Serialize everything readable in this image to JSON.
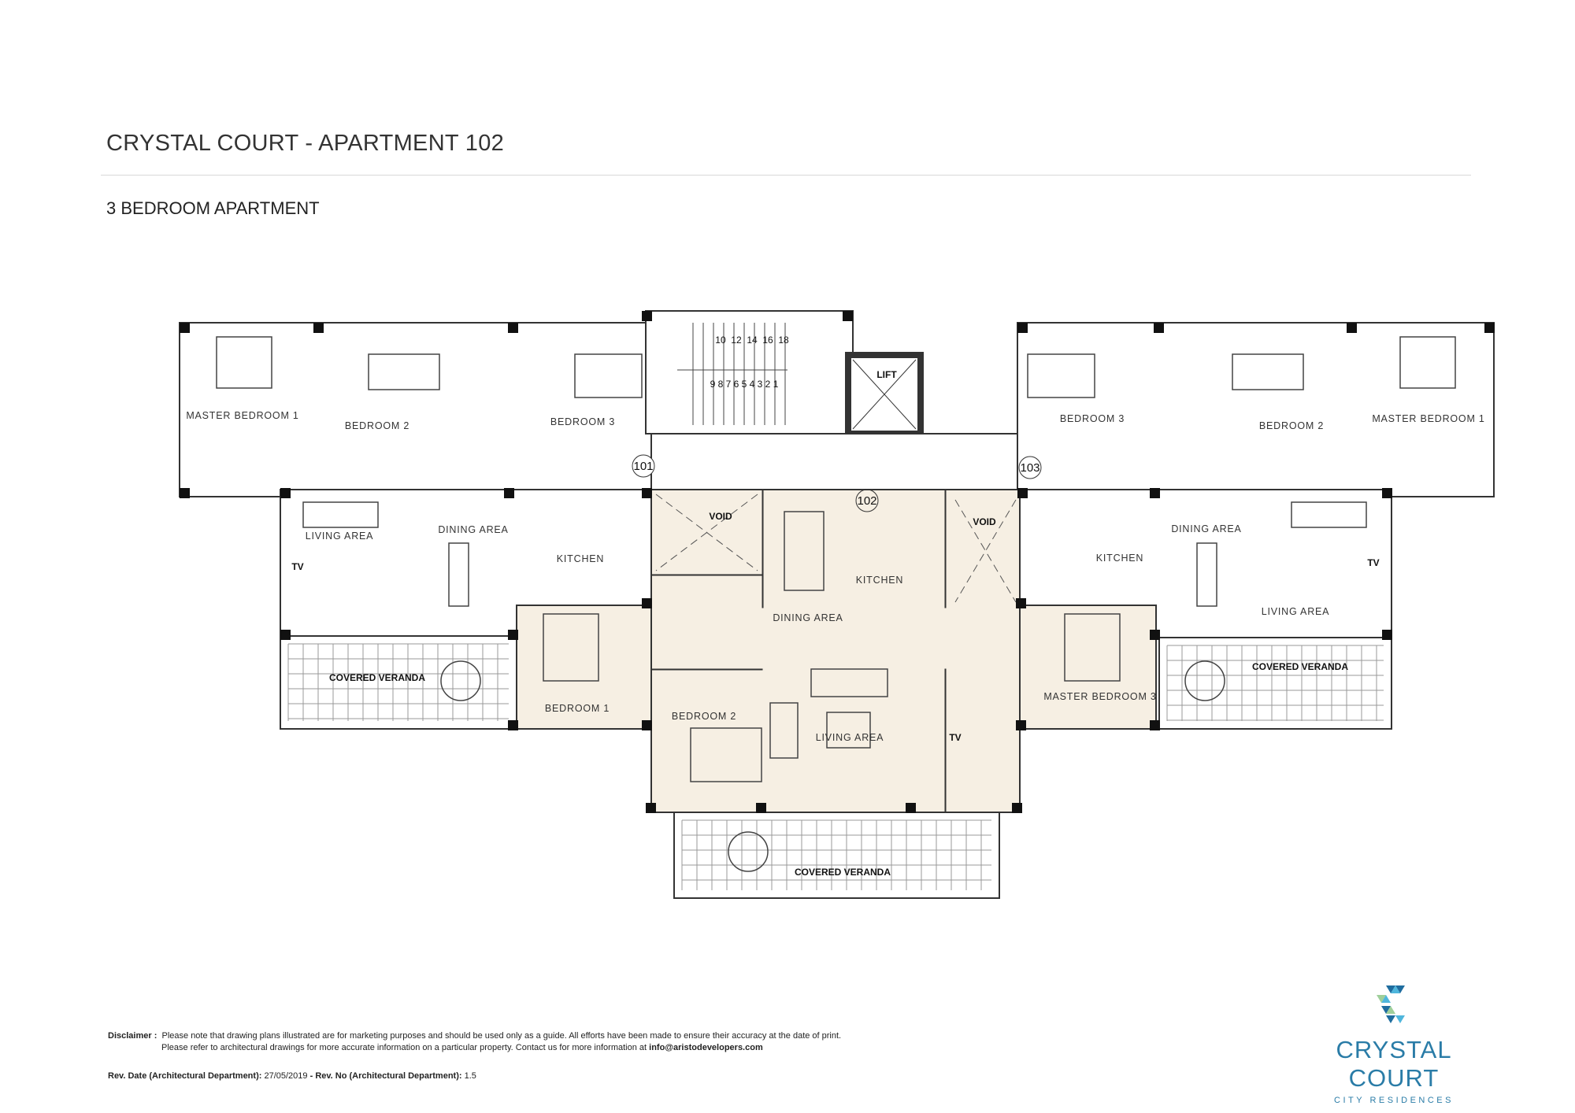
{
  "header": {
    "title": "CRYSTAL COURT - APARTMENT 102",
    "subtitle": "3 BEDROOM APARTMENT"
  },
  "plan": {
    "labels": [
      "MASTER BEDROOM 1",
      "BEDROOM 2",
      "BEDROOM 3",
      "LIVING AREA",
      "DINING AREA",
      "KITCHEN",
      "TV",
      "COVERED VERANDA",
      "VOID",
      "VOID",
      "KITCHEN",
      "DINING AREA",
      "BEDROOM 1",
      "BEDROOM 2",
      "LIVING AREA",
      "TV",
      "MASTER BEDROOM 3",
      "COVERED VERANDA",
      "BEDROOM 3",
      "BEDROOM 2",
      "MASTER BEDROOM 1",
      "DINING AREA",
      "KITCHEN",
      "LIVING AREA",
      "TV",
      "COVERED VERANDA",
      "LIFT"
    ],
    "unit_numbers": [
      "101",
      "102",
      "103"
    ],
    "stair_upper": "10  12  14  16  18",
    "stair_lower": "9 8 7 6 5 4 3 2 1",
    "highlight_color": "#f6efe3"
  },
  "footer": {
    "disclaimer_label": "Disclaimer :",
    "disclaimer_line1": "Please note that drawing plans illustrated are for marketing purposes and should be used only as a guide. All efforts have been made to ensure their accuracy at the date of print.",
    "disclaimer_line2": "Please refer to architectural drawings for more accurate information on a particular property. Contact us for more information at",
    "email": "info@aristodevelopers.com",
    "rev_date_label": "Rev. Date (Architectural Department):",
    "rev_date": "27/05/2019",
    "rev_no_label": "- Rev. No (Architectural Department):",
    "rev_no": "1.5"
  },
  "logo": {
    "name": "CRYSTAL COURT",
    "tagline": "CITY RESIDENCES",
    "colors": [
      "#1f6d9f",
      "#4fb6dc",
      "#9fcf9a"
    ]
  }
}
